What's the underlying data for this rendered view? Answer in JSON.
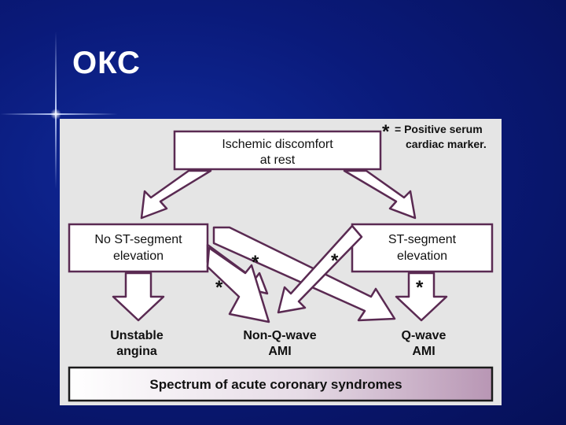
{
  "slide": {
    "title": "ОКС"
  },
  "colors": {
    "background": "#0a1a7a",
    "panel": "#e5e5e5",
    "outline": "#5a2a52",
    "fill": "#ffffff"
  },
  "legend": {
    "symbol": "*",
    "line1": "= Positive serum",
    "line2": "cardiac marker."
  },
  "nodes": {
    "top": {
      "line1": "Ischemic discomfort",
      "line2": "at rest"
    },
    "left": {
      "line1": "No ST-segment",
      "line2": "elevation"
    },
    "right": {
      "line1": "ST-segment",
      "line2": "elevation"
    }
  },
  "outcomes": {
    "unstable": {
      "line1": "Unstable",
      "line2": "angina"
    },
    "nonq": {
      "line1": "Non-Q-wave",
      "line2": "AMI"
    },
    "qwave": {
      "line1": "Q-wave",
      "line2": "AMI"
    }
  },
  "markers": {
    "star": "*"
  },
  "banner": {
    "text": "Spectrum of acute coronary syndromes"
  }
}
